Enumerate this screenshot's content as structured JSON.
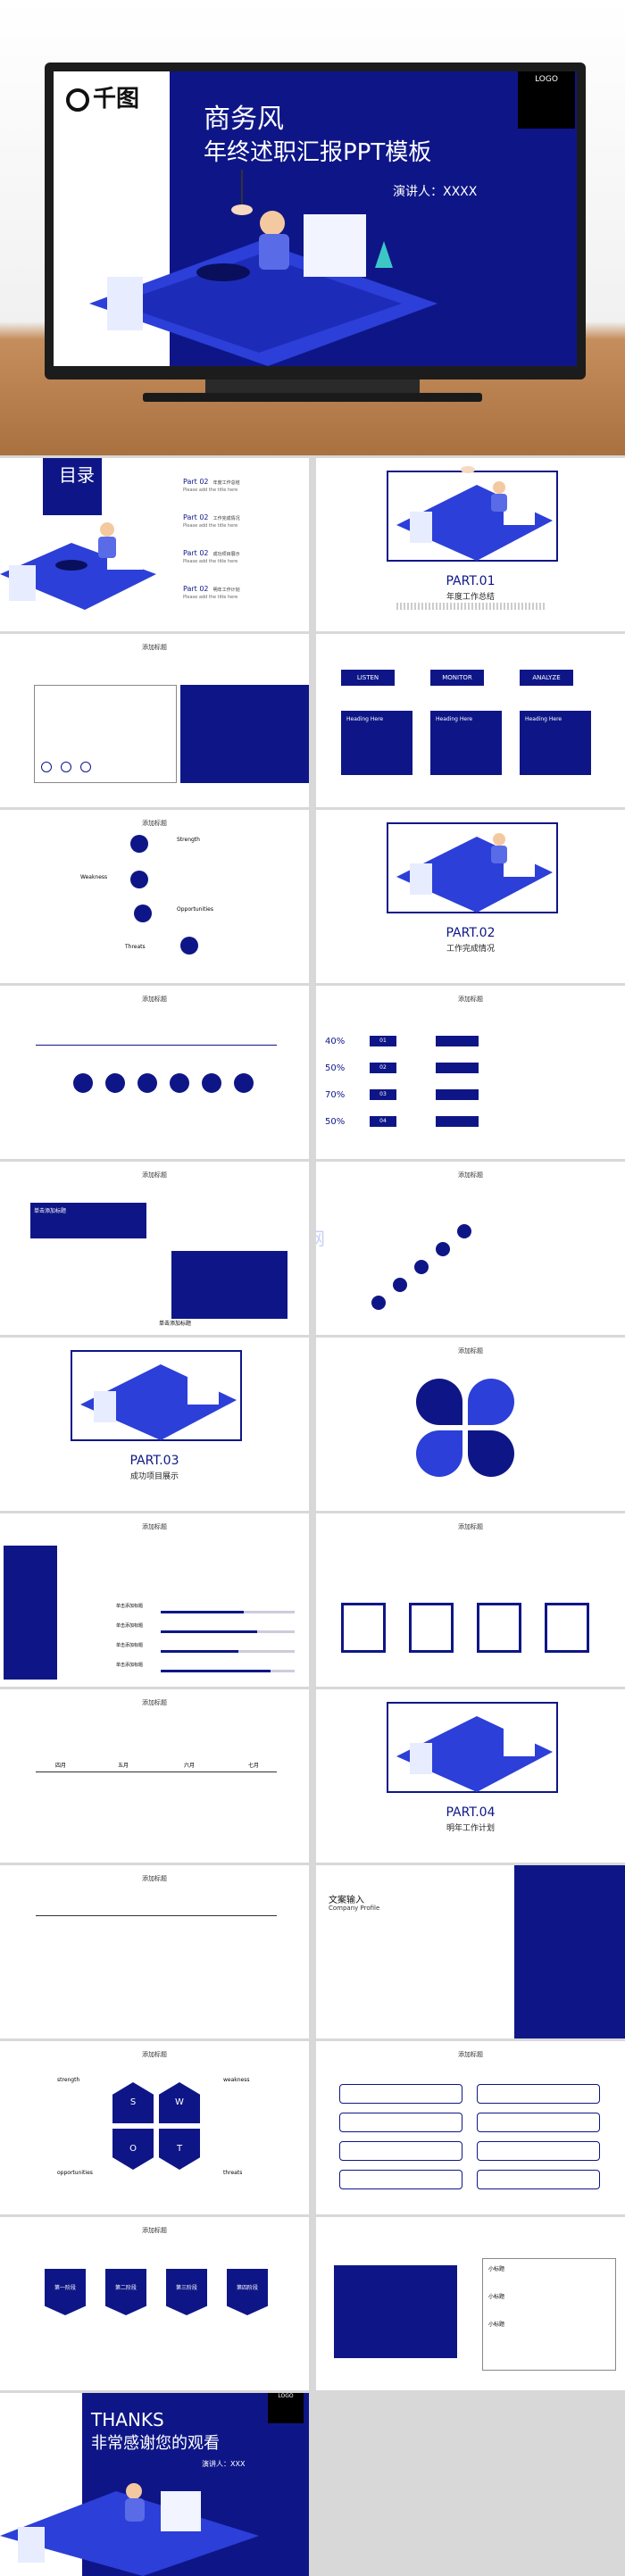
{
  "hero": {
    "brand": "千图",
    "logo": "LOGO",
    "title": "商务风",
    "subtitle": "年终述职汇报PPT模板",
    "presenter": "演讲人：XXXX"
  },
  "toc": {
    "title": "目录",
    "parts": [
      {
        "part": "Part 02",
        "text": "年度工作总结"
      },
      {
        "part": "Part 02",
        "text": "工作完成情况"
      },
      {
        "part": "Part 02",
        "text": "成功项目展示"
      },
      {
        "part": "Part 02",
        "text": "明年工作计划"
      }
    ],
    "sub": "Please add the title here"
  },
  "part1": {
    "label": "PART.01",
    "title": "年度工作总结"
  },
  "part2": {
    "label": "PART.02",
    "title": "工作完成情况"
  },
  "part3": {
    "label": "PART.03",
    "title": "成功项目展示"
  },
  "part4": {
    "label": "PART.04",
    "title": "明年工作计划"
  },
  "slide_title": "添加标题",
  "listen": {
    "tabs": [
      "LISTEN",
      "MONITOR",
      "ANALYZE"
    ],
    "heading": "Heading Here"
  },
  "swot1": {
    "labels": [
      "Strength",
      "Weakness",
      "Opportunities",
      "Threats"
    ]
  },
  "percent": {
    "values": [
      "40%",
      "50%",
      "70%",
      "50%"
    ],
    "nums": [
      "01",
      "02",
      "03",
      "04"
    ]
  },
  "textslide": {
    "label1": "单击添加标题",
    "label2": "单击添加标题"
  },
  "watermark": "图网",
  "bars": {
    "label": "单击添加标题",
    "fills": [
      0.62,
      0.72,
      0.58,
      0.82
    ]
  },
  "months": [
    "四月",
    "五月",
    "六月",
    "七月"
  ],
  "company": {
    "title": "文案输入",
    "sub": "Company Profile"
  },
  "swot2": {
    "labels": [
      "strength",
      "weakness",
      "opportunities",
      "threats"
    ],
    "letters": [
      "S",
      "W",
      "O",
      "T"
    ]
  },
  "steps": [
    "第一阶段",
    "第二阶段",
    "第三阶段",
    "第四阶段"
  ],
  "smalltitle": "小标题",
  "thanks": {
    "en": "THANKS",
    "cn": "非常感谢您的观看",
    "presenter": "演讲人：XXX",
    "logo": "LOGO"
  },
  "colors": {
    "navy": "#0e1687",
    "accent": "#2c3fd8"
  }
}
